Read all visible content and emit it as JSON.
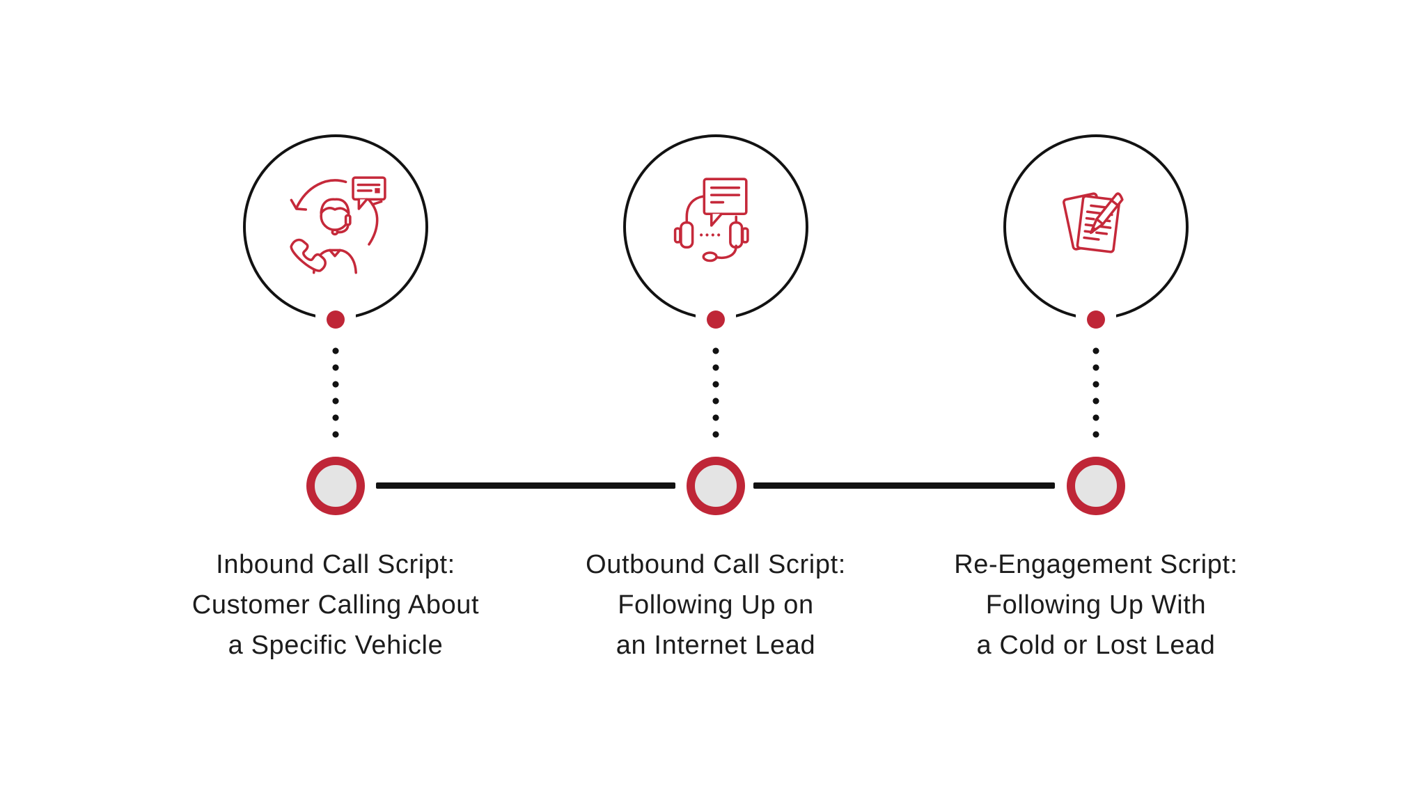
{
  "colors": {
    "accent_red": "#BF2637",
    "icon_red": "#C5293A",
    "line_black": "#121212",
    "node_fill": "#E4E4E4",
    "text_color": "#1C1C1C",
    "background": "#FFFFFF"
  },
  "steps": [
    {
      "icon": "inbound-call-agent-icon",
      "label": "Inbound Call Script:\nCustomer Calling About\na Specific Vehicle"
    },
    {
      "icon": "headset-chat-icon",
      "label": "Outbound Call Script:\nFollowing Up on\nan Internet Lead"
    },
    {
      "icon": "documents-pencil-icon",
      "label": "Re-Engagement Script:\nFollowing Up With\na Cold or Lost Lead"
    }
  ]
}
